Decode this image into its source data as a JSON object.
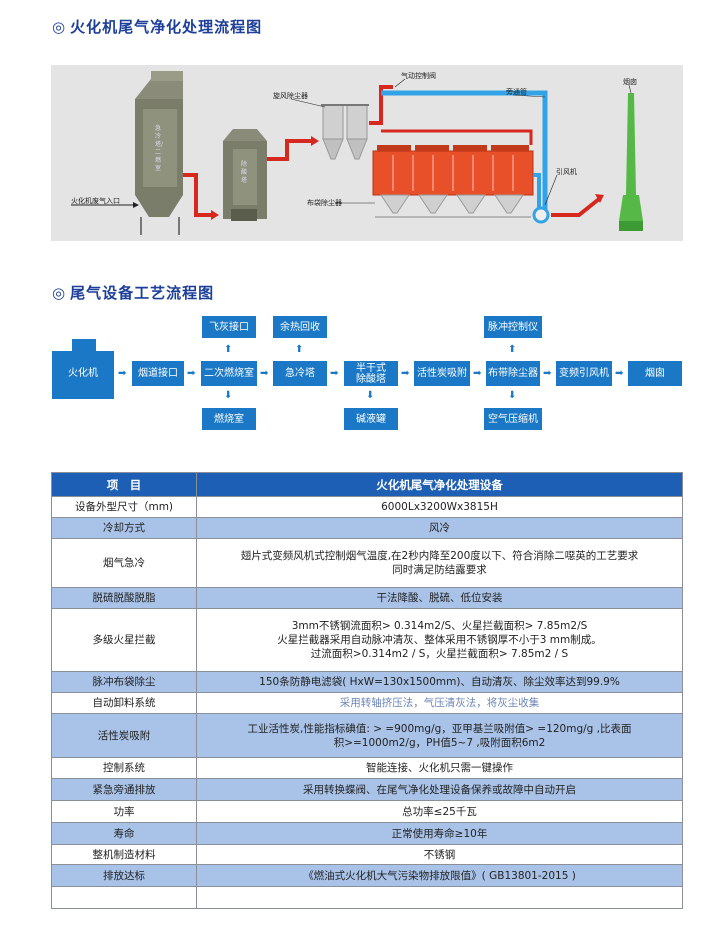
{
  "section1": {
    "title": "火化机尾气净化处理流程图"
  },
  "diagram1": {
    "labels": {
      "pneumatic_valve": "气动控制阀",
      "cyclone": "旋风除尘器",
      "bypass": "旁通管",
      "chimney": "烟囱",
      "fan": "引风机",
      "inlet": "火化机废气入口",
      "bag_filter": "布袋除尘器",
      "tower1_text": "急冷塔/二燃室",
      "tower2_text": "除酸塔"
    }
  },
  "section2": {
    "title": "尾气设备工艺流程图"
  },
  "flow": {
    "cremator": "火化机",
    "flue_port": "烟道接口",
    "secondary": "二次燃烧室",
    "quench": "急冷塔",
    "semi_dry_1": "半干式",
    "semi_dry_2": "除酸塔",
    "carbon": "活性炭吸附",
    "bag": "布带除尘器",
    "vfd_fan": "变频引风机",
    "chimney": "烟囱",
    "fly_ash": "飞灰接口",
    "heat": "余热回收",
    "pulse": "脉冲控制仪",
    "burner": "燃烧室",
    "alkali": "碱液罐",
    "compressor": "空气压缩机"
  },
  "table": {
    "head": [
      "项　目",
      "火化机尾气净化处理设备"
    ],
    "rows": [
      {
        "name": "设备外型尺寸（mm)",
        "lines": [
          "6000Lx3200Wx3815H"
        ]
      },
      {
        "name": "冷却方式",
        "lines": [
          "风冷"
        ]
      },
      {
        "name": "烟气急冷",
        "lines": [
          "翅片式变频风机式控制烟气温度,在2秒内降至200度以下、符合消除二噁英的工艺要求",
          "同时满足防结露要求"
        ]
      },
      {
        "name": "脱硫脱酸脱脂",
        "lines": [
          "干法降酸、脱硫、低位安装"
        ]
      },
      {
        "name": "多级火星拦截",
        "lines": [
          "3mm不锈钢流面积> 0.314m2/S、火星拦截面积> 7.85m2/S",
          "火星拦截器采用自动脉冲清灰、整体采用不锈钢厚不小于3 mm制成。",
          "过流面积>0.314m2 / S，火星拦截面积> 7.85m2 / S"
        ]
      },
      {
        "name": "脉冲布袋除尘",
        "lines": [
          "150条防静电滤袋( HxW=130x1500mm)、自动清灰、除尘效率达到99.9%"
        ]
      },
      {
        "name": "自动卸料系统",
        "lines": [
          "采用转轴挤压法，气压清灰法，将灰尘收集"
        ]
      },
      {
        "name": "活性炭吸附",
        "lines": [
          "工业活性炭,性能指标碘值: > =900mg/g，亚甲基兰吸附值> =120mg/g ,比表面",
          "积>=1000m2/g，PH值5~7 ,吸附面积6m2"
        ]
      },
      {
        "name": "控制系统",
        "lines": [
          "智能连接、火化机只需一键操作"
        ]
      },
      {
        "name": "紧急旁通排放",
        "lines": [
          "采用转换蝶阀、在尾气净化处理设备保养或故障中自动开启"
        ]
      },
      {
        "name": "功率",
        "lines": [
          "总功率≤25千瓦"
        ]
      },
      {
        "name": "寿命",
        "lines": [
          "正常使用寿命≥10年"
        ]
      },
      {
        "name": "整机制造材料",
        "lines": [
          "不锈钢"
        ]
      },
      {
        "name": "排放达标",
        "lines": [
          "《燃油式火化机大气污染物排放限值》( GB13801-2015 )"
        ]
      },
      {
        "name": "",
        "lines": [
          ""
        ]
      }
    ]
  }
}
